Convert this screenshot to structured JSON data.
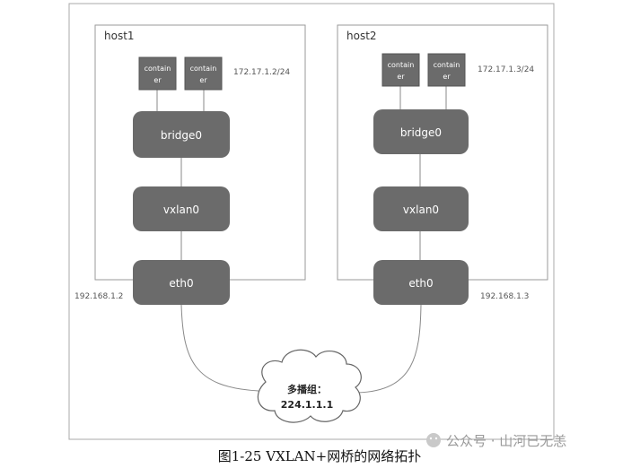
{
  "caption": "图1-25    VXLAN+网桥的网络拓扑",
  "watermark": "公众号 · 山河已无恙",
  "cloud": {
    "line1": "多播组：",
    "line2": "224.1.1.1"
  },
  "host1": {
    "label": "host1",
    "container1": {
      "line1": "contain",
      "line2": "er"
    },
    "container2": {
      "line1": "contain",
      "line2": "er"
    },
    "container_ip": "172.17.1.2/24",
    "bridge": "bridge0",
    "vxlan": "vxlan0",
    "eth": "eth0",
    "eth_ip": "192.168.1.2"
  },
  "host2": {
    "label": "host2",
    "container1": {
      "line1": "contain",
      "line2": "er"
    },
    "container2": {
      "line1": "contain",
      "line2": "er"
    },
    "container_ip": "172.17.1.3/24",
    "bridge": "bridge0",
    "vxlan": "vxlan0",
    "eth": "eth0",
    "eth_ip": "192.168.1.3"
  },
  "colors": {
    "node": "#6b6b6b",
    "border": "#9a9a9a"
  }
}
